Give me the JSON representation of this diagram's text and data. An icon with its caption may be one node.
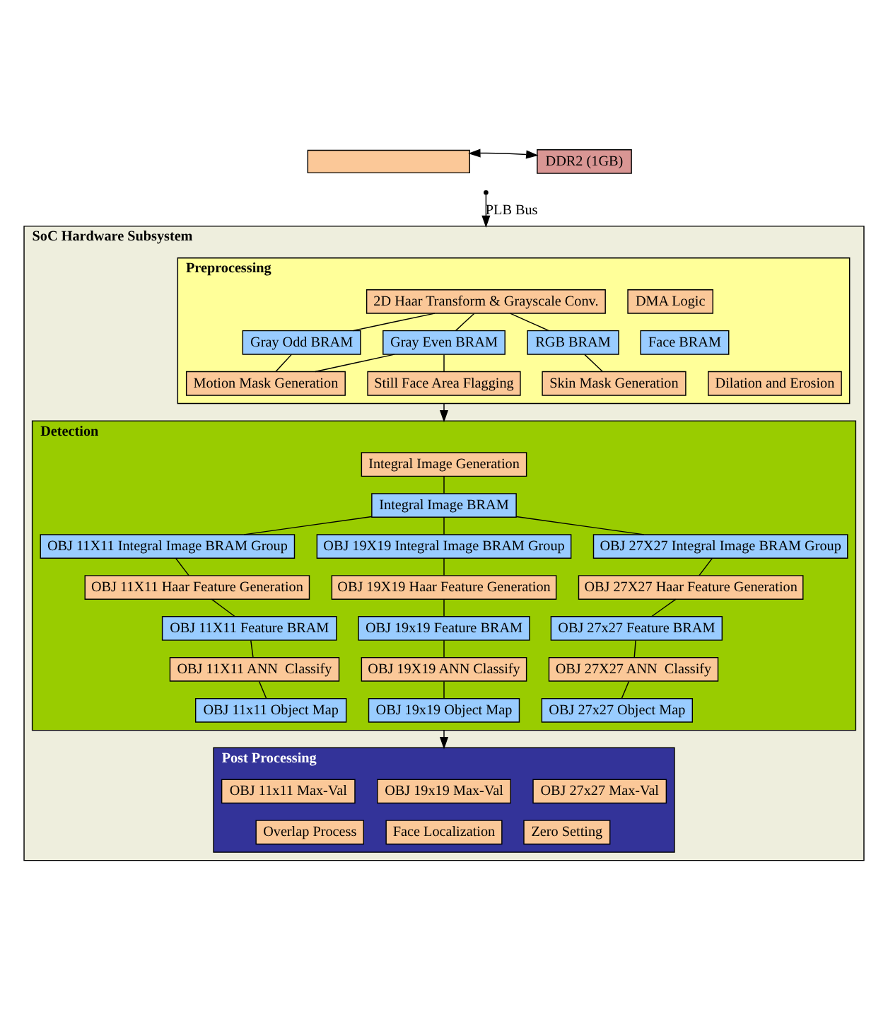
{
  "diagram": {
    "nodes": [
      {
        "text": [],
        "shape": "box"
      },
      {
        "text": [
          "DDR2 (1GB)"
        ]
      },
      {
        "text": [
          "SoC Hardware Subsystem"
        ]
      },
      {
        "text": [
          "Preprocessing"
        ],
        "in": 2
      },
      {
        "text": [
          "2D Haar Transform & Grayscale Conv."
        ],
        "in": 3
      },
      {
        "text": [
          "DMA Logic"
        ],
        "in": 3
      },
      {
        "text": [
          "Gray Odd BRAM"
        ],
        "in": 3
      },
      {
        "text": [
          "Gray Even BRAM"
        ],
        "in": 3
      },
      {
        "text": [
          "RGB BRAM"
        ],
        "in": 3
      },
      {
        "text": [
          "Face BRAM"
        ],
        "in": 3
      },
      {
        "text": [
          "Motion Mask Generation"
        ],
        "in": 3
      },
      {
        "text": [
          "Still Face Area Flagging"
        ],
        "in": 3
      },
      {
        "text": [
          "Skin Mask Generation"
        ],
        "in": 3
      },
      {
        "text": [
          "Dilation and Erosion"
        ],
        "in": 3
      },
      {
        "text": [
          "Detection"
        ],
        "in": 2
      },
      {
        "text": [
          "Integral Image Generation"
        ],
        "in": 14
      },
      {
        "text": [
          "Integral Image BRAM"
        ],
        "in": 14
      },
      {
        "text": [
          "OBJ 11X11 Integral Image BRAM Group"
        ],
        "in": 14
      },
      {
        "text": [
          "OBJ 19X19 Integral Image BRAM Group"
        ],
        "in": 14
      },
      {
        "text": [
          "OBJ 27X27 Integral Image BRAM Group"
        ],
        "in": 14
      },
      {
        "text": [
          "OBJ 11X11 Haar Feature Generation"
        ],
        "in": 14
      },
      {
        "text": [
          "OBJ 19X19 Haar Feature Generation"
        ],
        "in": 14
      },
      {
        "text": [
          "OBJ 27X27 Haar Feature Generation"
        ],
        "in": 14
      },
      {
        "text": [
          "OBJ 11X11 Feature BRAM"
        ],
        "in": 14
      },
      {
        "text": [
          "OBJ 19x19 Feature BRAM"
        ],
        "in": 14
      },
      {
        "text": [
          "OBJ 27x27 Feature BRAM"
        ],
        "in": 14
      },
      {
        "text": [
          "OBJ 11X11 ANN  Classify"
        ],
        "in": 14
      },
      {
        "text": [
          "OBJ 19X19 ANN Classify"
        ],
        "in": 14
      },
      {
        "text": [
          "OBJ 27X27 ANN  Classify"
        ],
        "in": 14
      },
      {
        "text": [
          "OBJ 11x11 Object Map"
        ],
        "in": 14
      },
      {
        "text": [
          "OBJ 19x19 Object Map"
        ],
        "in": 14
      },
      {
        "text": [
          "OBJ 27x27 Object Map"
        ],
        "in": 14
      },
      {
        "text": [
          "Post Processing"
        ],
        "in": 2
      },
      {
        "text": [
          "OBJ 11x11 Max-Val"
        ],
        "in": 32
      },
      {
        "text": [
          "OBJ 19x19 Max-Val"
        ],
        "in": 32
      },
      {
        "text": [
          "OBJ 27x27 Max-Val"
        ],
        "in": 32
      },
      {
        "text": [
          "Overlap Process"
        ],
        "in": 32
      },
      {
        "text": [
          "Face Localization"
        ],
        "in": 32
      },
      {
        "text": [
          "Zero Setting"
        ],
        "in": 32
      }
    ],
    "edges": [
      {
        "from": 0,
        "to": 1,
        "arrow": "both"
      },
      {
        "from": null,
        "to": 2,
        "arrow": "to",
        "label": "PLB Bus"
      },
      {
        "from": 4,
        "to": 6,
        "arrow": "none"
      },
      {
        "from": 4,
        "to": 7,
        "arrow": "none"
      },
      {
        "from": 4,
        "to": 8,
        "arrow": "none"
      },
      {
        "from": 6,
        "to": 10,
        "arrow": "none"
      },
      {
        "from": 7,
        "to": 10,
        "arrow": "none"
      },
      {
        "from": 7,
        "to": 11,
        "arrow": "none"
      },
      {
        "from": 8,
        "to": 12,
        "arrow": "none"
      },
      {
        "from": 3,
        "to": 14,
        "arrow": "to"
      },
      {
        "from": 15,
        "to": 16,
        "arrow": "none"
      },
      {
        "from": 16,
        "to": 17,
        "arrow": "none"
      },
      {
        "from": 16,
        "to": 18,
        "arrow": "none"
      },
      {
        "from": 16,
        "to": 19,
        "arrow": "none"
      },
      {
        "from": 17,
        "to": 20,
        "arrow": "none"
      },
      {
        "from": 18,
        "to": 21,
        "arrow": "none"
      },
      {
        "from": 19,
        "to": 22,
        "arrow": "none"
      },
      {
        "from": 20,
        "to": 23,
        "arrow": "none"
      },
      {
        "from": 21,
        "to": 24,
        "arrow": "none"
      },
      {
        "from": 22,
        "to": 25,
        "arrow": "none"
      },
      {
        "from": 23,
        "to": 26,
        "arrow": "none"
      },
      {
        "from": 24,
        "to": 27,
        "arrow": "none"
      },
      {
        "from": 25,
        "to": 28,
        "arrow": "none"
      },
      {
        "from": 26,
        "to": 29,
        "arrow": "none"
      },
      {
        "from": 27,
        "to": 30,
        "arrow": "none"
      },
      {
        "from": 28,
        "to": 31,
        "arrow": "none"
      },
      {
        "from": 14,
        "to": 32,
        "arrow": "to"
      }
    ]
  }
}
